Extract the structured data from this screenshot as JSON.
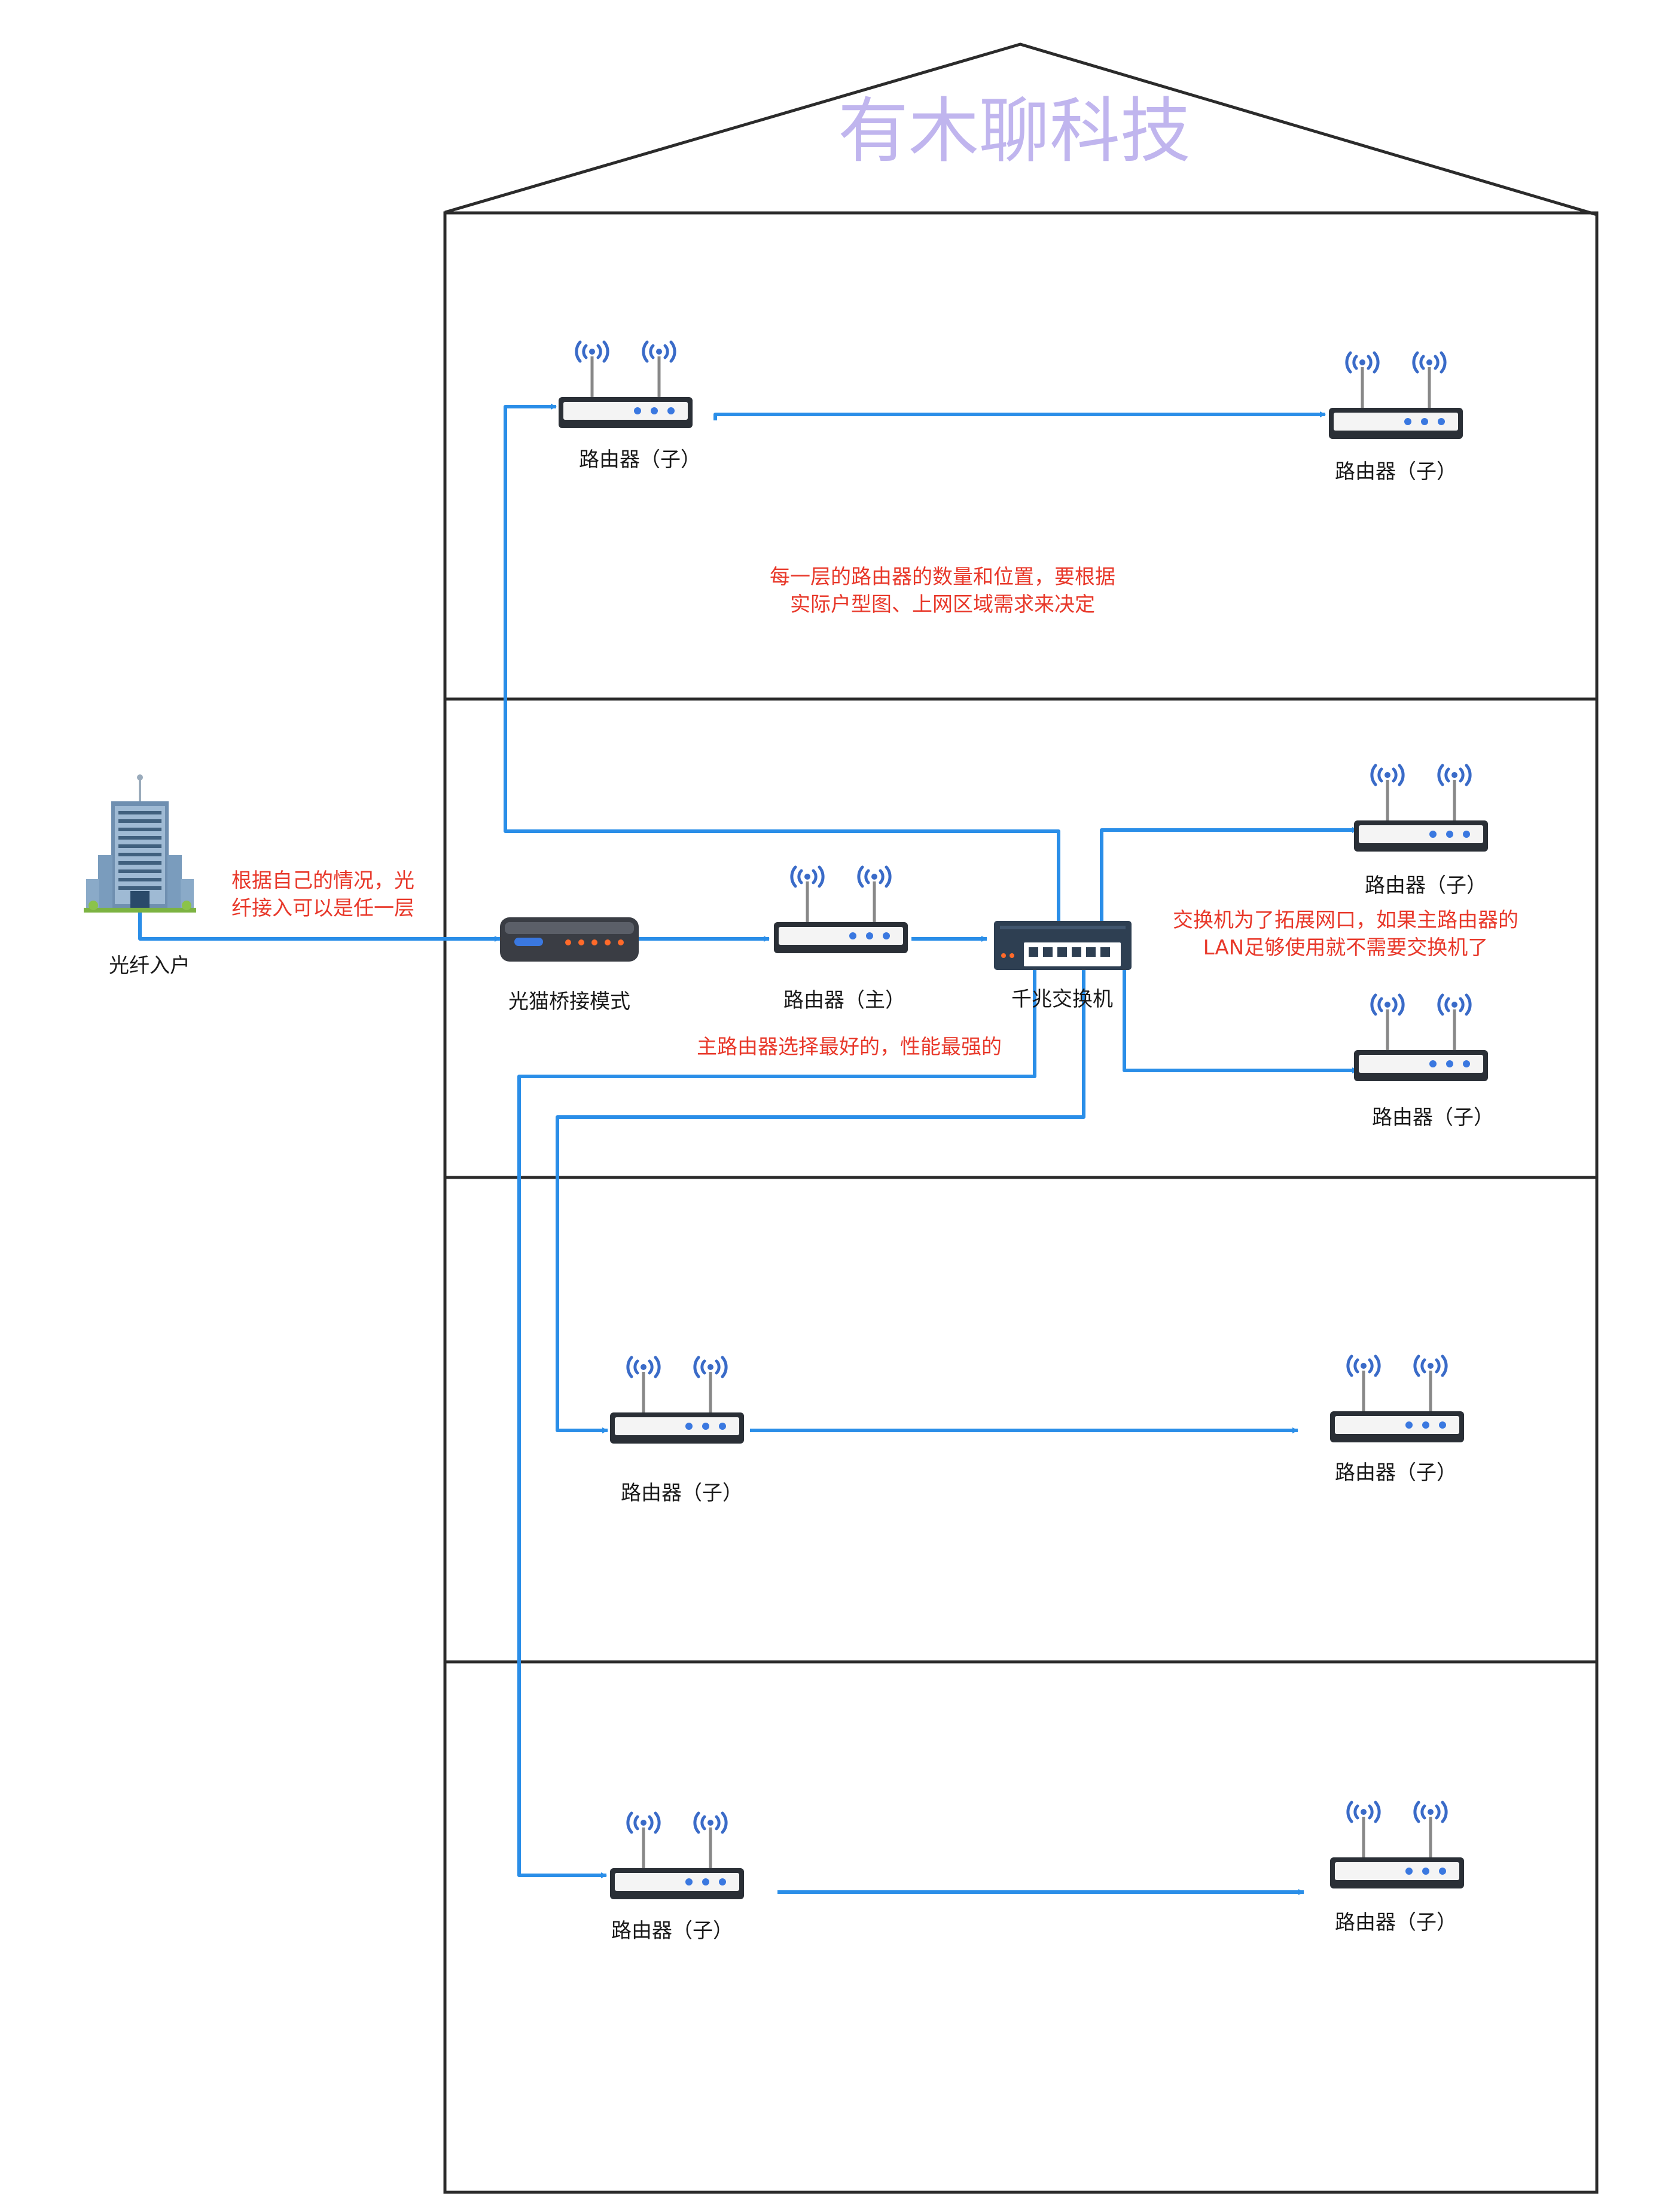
{
  "watermark": "有木聊科技",
  "colors": {
    "wire": "#2a8ee8",
    "note": "#e8382a",
    "watermark": "#c0b5ee",
    "outline": "#2b2b2b",
    "device_label": "#1a1a1a"
  },
  "fiber": {
    "icon": "office-building-icon",
    "label": "光纤入户",
    "note_line1": "根据自己的情况，光",
    "note_line2": "纤接入可以是任一层"
  },
  "modem": {
    "icon": "optical-modem-icon",
    "label": "光猫桥接模式"
  },
  "main_router": {
    "icon": "wifi-router-icon",
    "label": "路由器（主）"
  },
  "switch": {
    "icon": "network-switch-icon",
    "label": "千兆交换机"
  },
  "floors": {
    "top": {
      "left_router_label": "路由器（子）",
      "right_router_label": "路由器（子）",
      "note_line1": "每一层的路由器的数量和位置，要根据",
      "note_line2": "实际户型图、上网区域需求来决定"
    },
    "second": {
      "upper_router_label": "路由器（子）",
      "lower_router_label": "路由器（子）",
      "switch_note_line1": "交换机为了拓展网口，如果主路由器的",
      "switch_note_line2": "LAN足够使用就不需要交换机了",
      "main_note": "主路由器选择最好的，性能最强的"
    },
    "third": {
      "left_router_label": "路由器（子）",
      "right_router_label": "路由器（子）"
    },
    "bottom": {
      "left_router_label": "路由器（子）",
      "right_router_label": "路由器（子）"
    }
  }
}
